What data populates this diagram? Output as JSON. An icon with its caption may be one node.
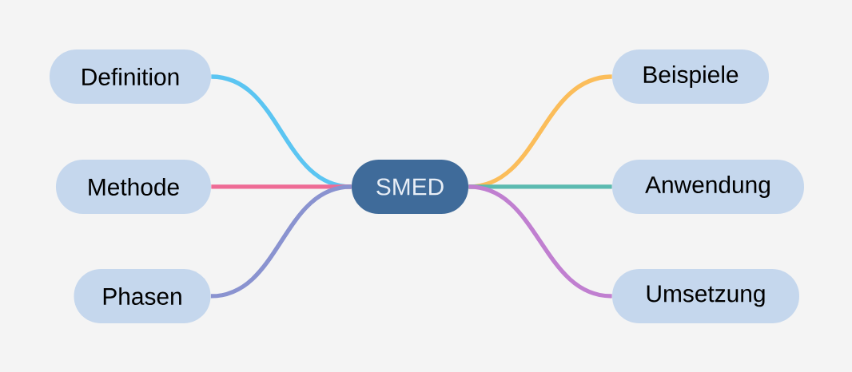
{
  "diagram": {
    "nodes": [
      {
        "text": [
          "SMED"
        ]
      },
      {
        "text": [
          "Definition"
        ]
      },
      {
        "text": [
          "Methode"
        ]
      },
      {
        "text": [
          "Phasen"
        ]
      },
      {
        "text": [
          "Beispiele"
        ]
      },
      {
        "text": [
          "Anwendung"
        ]
      },
      {
        "text": [
          "Umsetzung"
        ]
      }
    ],
    "edges": [
      {
        "from": 0,
        "to": 1,
        "arrow": "none",
        "color": "#5bc5f2"
      },
      {
        "from": 0,
        "to": 2,
        "arrow": "none",
        "color": "#ee6b95"
      },
      {
        "from": 0,
        "to": 3,
        "arrow": "none",
        "color": "#8a93d0"
      },
      {
        "from": 0,
        "to": 4,
        "arrow": "none",
        "color": "#fbbd5a"
      },
      {
        "from": 0,
        "to": 5,
        "arrow": "none",
        "color": "#5bbab0"
      },
      {
        "from": 0,
        "to": 6,
        "arrow": "none",
        "color": "#c07fd0"
      }
    ]
  }
}
